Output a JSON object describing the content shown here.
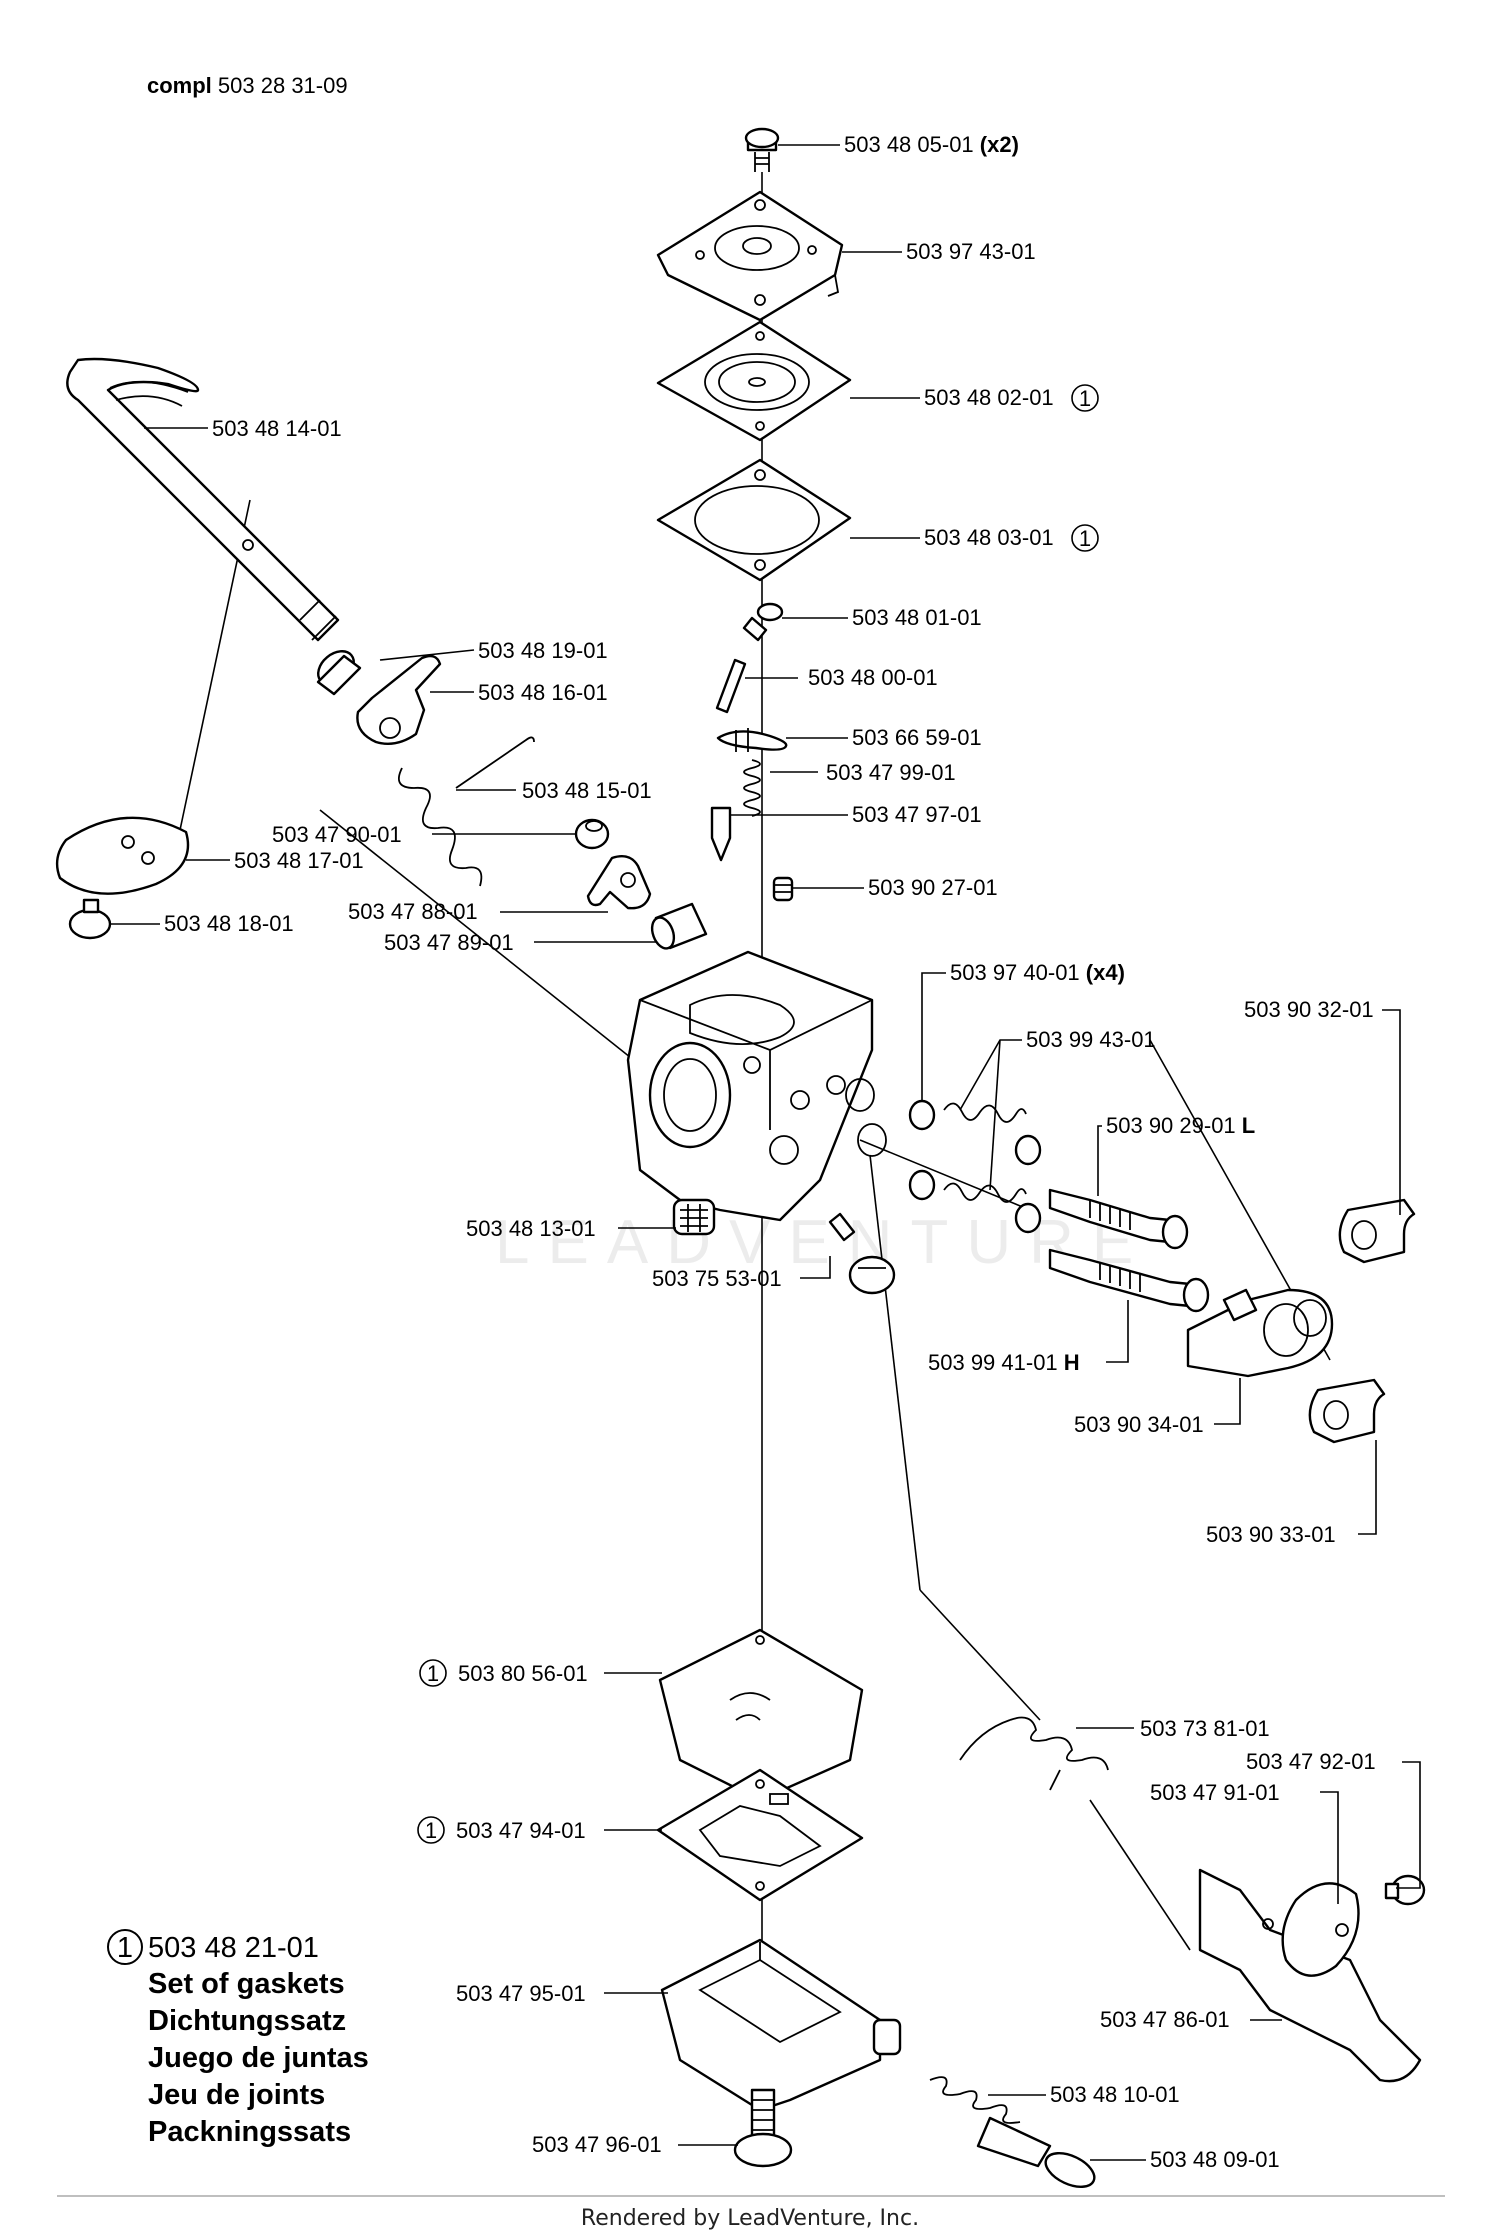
{
  "header": {
    "compl_label": "compl",
    "compl_number": "503 28 31-09"
  },
  "parts": {
    "p1": {
      "number": "503 48 05-01",
      "qty": "(x2)"
    },
    "p2": {
      "number": "503 97 43-01"
    },
    "p3": {
      "number": "503 48 02-01"
    },
    "p4": {
      "number": "503 48 03-01"
    },
    "p5": {
      "number": "503 48 01-01"
    },
    "p6": {
      "number": "503 48 00-01"
    },
    "p7": {
      "number": "503 66 59-01"
    },
    "p8": {
      "number": "503 47 99-01"
    },
    "p9": {
      "number": "503 47 97-01"
    },
    "p10": {
      "number": "503 90 27-01"
    },
    "p11": {
      "number": "503 48 14-01"
    },
    "p12": {
      "number": "503 48 19-01"
    },
    "p13": {
      "number": "503 48 16-01"
    },
    "p14": {
      "number": "503 48 15-01"
    },
    "p15": {
      "number": "503 47 90-01"
    },
    "p16": {
      "number": "503 48 17-01"
    },
    "p17": {
      "number": "503 47 88-01"
    },
    "p18": {
      "number": "503 48 18-01"
    },
    "p19": {
      "number": "503 47 89-01"
    },
    "p20": {
      "number": "503 97 40-01",
      "qty": "(x4)"
    },
    "p21": {
      "number": "503 99 43-01"
    },
    "p22": {
      "number": "503 90 32-01"
    },
    "p23": {
      "number": "503 90 29-01",
      "suffix": "L"
    },
    "p24": {
      "number": "503 48 13-01"
    },
    "p25": {
      "number": "503 75 53-01"
    },
    "p26": {
      "number": "503 99 41-01",
      "suffix": "H"
    },
    "p27": {
      "number": "503 90 34-01"
    },
    "p28": {
      "number": "503 90 33-01"
    },
    "p29": {
      "number": "503 80 56-01"
    },
    "p30": {
      "number": "503 73 81-01"
    },
    "p31": {
      "number": "503 47 92-01"
    },
    "p32": {
      "number": "503 47 91-01"
    },
    "p33": {
      "number": "503 47 94-01"
    },
    "p34": {
      "number": "503 47 95-01"
    },
    "p35": {
      "number": "503 47 86-01"
    },
    "p36": {
      "number": "503 48 10-01"
    },
    "p37": {
      "number": "503 47 96-01"
    },
    "p38": {
      "number": "503 48 09-01"
    }
  },
  "gasket_marker": "1",
  "legend": {
    "marker": "1",
    "number": "503 48 21-01",
    "names": [
      "Set of gaskets",
      "Dichtungssatz",
      "Juego de juntas",
      "Jeu de joints",
      "Packningssats"
    ]
  },
  "watermark": "LEADVENTURE",
  "footer": "Rendered by LeadVenture, Inc."
}
